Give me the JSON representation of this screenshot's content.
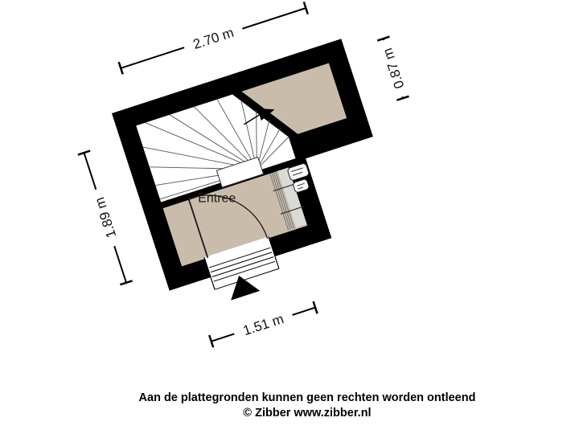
{
  "floorplan": {
    "room": {
      "label": "Entree"
    },
    "dimensions": {
      "top": "2.70 m",
      "right": "0.87 m",
      "left": "1.89 m",
      "bottom": "1.51 m"
    },
    "rotation_deg": -18,
    "colors": {
      "wall": "#000000",
      "floor": "#c9bcab",
      "stairs": "#ffffff",
      "radiator": "#dadad6",
      "dim_label_bg": "#ffffff",
      "text": "#1a1a1a",
      "background": "#ffffff"
    },
    "icons": [
      "stair-direction-arrow-icon",
      "entrance-arrow-icon",
      "meter-box-icon"
    ]
  },
  "footer": {
    "disclaimer": "Aan de plattegronden kunnen geen rechten worden ontleend",
    "credit": "© Zibber www.zibber.nl"
  }
}
